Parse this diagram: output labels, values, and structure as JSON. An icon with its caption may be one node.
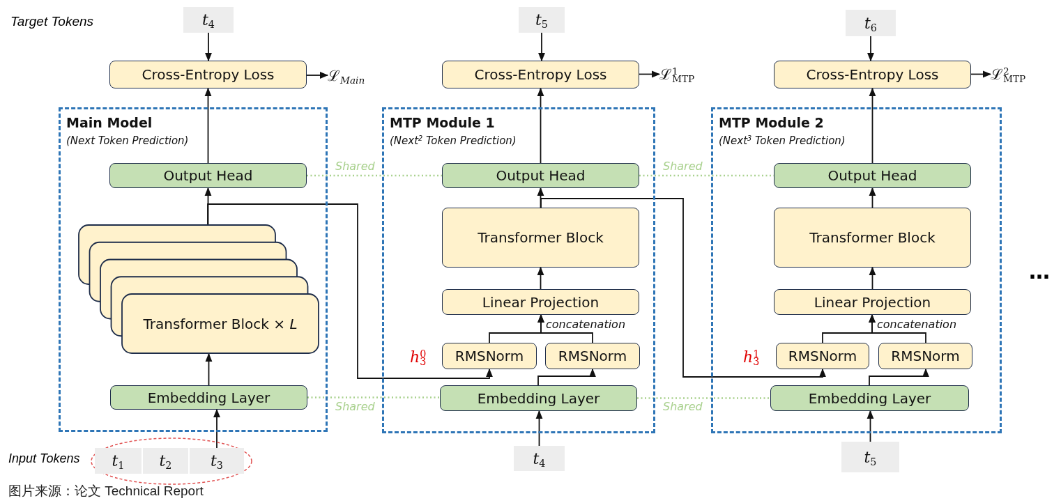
{
  "diagram": {
    "caption": "图片来源：论文 Technical Report",
    "nodes": [
      {
        "text": [
          "*t*$_{4}$"
        ]
      },
      {
        "text": [
          "*t*$_{5}$"
        ]
      },
      {
        "text": [
          "*t*$_{6}$"
        ]
      },
      {
        "text": [
          "Cross-Entropy Loss"
        ]
      },
      {
        "text": [
          "ℒ$_{Main}$"
        ]
      },
      {
        "text": [
          "Cross-Entropy Loss"
        ]
      },
      {
        "text": [
          "ℒ$_{MTP}$$^{1}$"
        ]
      },
      {
        "text": [
          "Cross-Entropy Loss"
        ]
      },
      {
        "text": [
          "ℒ$_{MTP}$$^{2}$"
        ]
      },
      {
        "text": [
          "Main Model",
          "(Next Token Prediction)"
        ]
      },
      {
        "text": [
          "Output Head"
        ],
        "in": 9
      },
      {
        "text": [
          "Transformer Block × *L*"
        ],
        "in": 9
      },
      {
        "text": [
          "Embedding Layer"
        ],
        "in": 9
      },
      {
        "text": [
          "MTP Module 1",
          "(Next$^{2}$ Token Prediction)"
        ]
      },
      {
        "text": [
          "Output Head"
        ],
        "in": 13
      },
      {
        "text": [
          "Transformer Block"
        ],
        "in": 13
      },
      {
        "text": [
          "Linear Projection"
        ],
        "in": 13
      },
      {
        "text": [
          "RMSNorm"
        ],
        "in": 13
      },
      {
        "text": [
          "RMSNorm"
        ],
        "in": 13
      },
      {
        "text": [
          "Embedding Layer"
        ],
        "in": 13
      },
      {
        "text": [
          "MTP Module 2",
          "(Next$^{3}$ Token Prediction)"
        ]
      },
      {
        "text": [
          "Output Head"
        ],
        "in": 20
      },
      {
        "text": [
          "Transformer Block"
        ],
        "in": 20
      },
      {
        "text": [
          "Linear Projection"
        ],
        "in": 20
      },
      {
        "text": [
          "RMSNorm"
        ],
        "in": 20
      },
      {
        "text": [
          "RMSNorm"
        ],
        "in": 20
      },
      {
        "text": [
          "Embedding Layer"
        ],
        "in": 20
      },
      {
        "text": [],
        "shape": "ellipse"
      },
      {
        "text": [
          "*t*$_{1}$"
        ],
        "in": 27
      },
      {
        "text": [
          "*t*$_{2}$"
        ],
        "in": 27
      },
      {
        "text": [
          "*t*$_{3}$"
        ],
        "in": 27
      },
      {
        "text": [
          "*t*$_{4}$"
        ]
      },
      {
        "text": [
          "*t*$_{5}$"
        ]
      }
    ],
    "edges": [
      {
        "from": 0,
        "to": 3,
        "arrow": "to"
      },
      {
        "from": 1,
        "to": 5,
        "arrow": "to"
      },
      {
        "from": 2,
        "to": 7,
        "arrow": "to"
      },
      {
        "from": 3,
        "to": 4,
        "arrow": "to"
      },
      {
        "from": 5,
        "to": 6,
        "arrow": "to"
      },
      {
        "from": 7,
        "to": 8,
        "arrow": "to"
      },
      {
        "from": 10,
        "to": 3,
        "arrow": "to"
      },
      {
        "from": 14,
        "to": 5,
        "arrow": "to"
      },
      {
        "from": 21,
        "to": 7,
        "arrow": "to"
      },
      {
        "from": 11,
        "to": 10,
        "arrow": "to"
      },
      {
        "from": 12,
        "to": 11,
        "arrow": "to"
      },
      {
        "from": 30,
        "to": 12,
        "arrow": "to"
      },
      {
        "from": 11,
        "to": 17,
        "arrow": "to",
        "label": "*h*$_{3}$$^{0}$"
      },
      {
        "from": 15,
        "to": 14,
        "arrow": "to"
      },
      {
        "from": 16,
        "to": 15,
        "arrow": "to"
      },
      {
        "from": 17,
        "to": 16,
        "arrow": "to",
        "label": "concatenation"
      },
      {
        "from": 18,
        "to": 16,
        "arrow": "to"
      },
      {
        "from": 19,
        "to": 18,
        "arrow": "to"
      },
      {
        "from": 31,
        "to": 19,
        "arrow": "to"
      },
      {
        "from": 15,
        "to": 24,
        "arrow": "to",
        "label": "*h*$_{3}$$^{1}$"
      },
      {
        "from": 22,
        "to": 21,
        "arrow": "to"
      },
      {
        "from": 23,
        "to": 22,
        "arrow": "to"
      },
      {
        "from": 24,
        "to": 23,
        "arrow": "to",
        "label": "concatenation"
      },
      {
        "from": 25,
        "to": 23,
        "arrow": "to"
      },
      {
        "from": 26,
        "to": 25,
        "arrow": "to"
      },
      {
        "from": 32,
        "to": 26,
        "arrow": "to"
      },
      {
        "from": 10,
        "to": 14,
        "arrow": "none",
        "style": "dashed",
        "color": "#a9d18e",
        "label": "Shared"
      },
      {
        "from": 14,
        "to": 21,
        "arrow": "none",
        "style": "dashed",
        "color": "#a9d18e",
        "label": "Shared"
      },
      {
        "from": 12,
        "to": 19,
        "arrow": "none",
        "style": "dashed",
        "color": "#a9d18e",
        "label": "Shared"
      },
      {
        "from": 19,
        "to": 26,
        "arrow": "none",
        "style": "dashed",
        "color": "#a9d18e",
        "label": "Shared"
      }
    ],
    "labels": [
      "Target Tokens",
      "Input Tokens",
      "…"
    ]
  }
}
